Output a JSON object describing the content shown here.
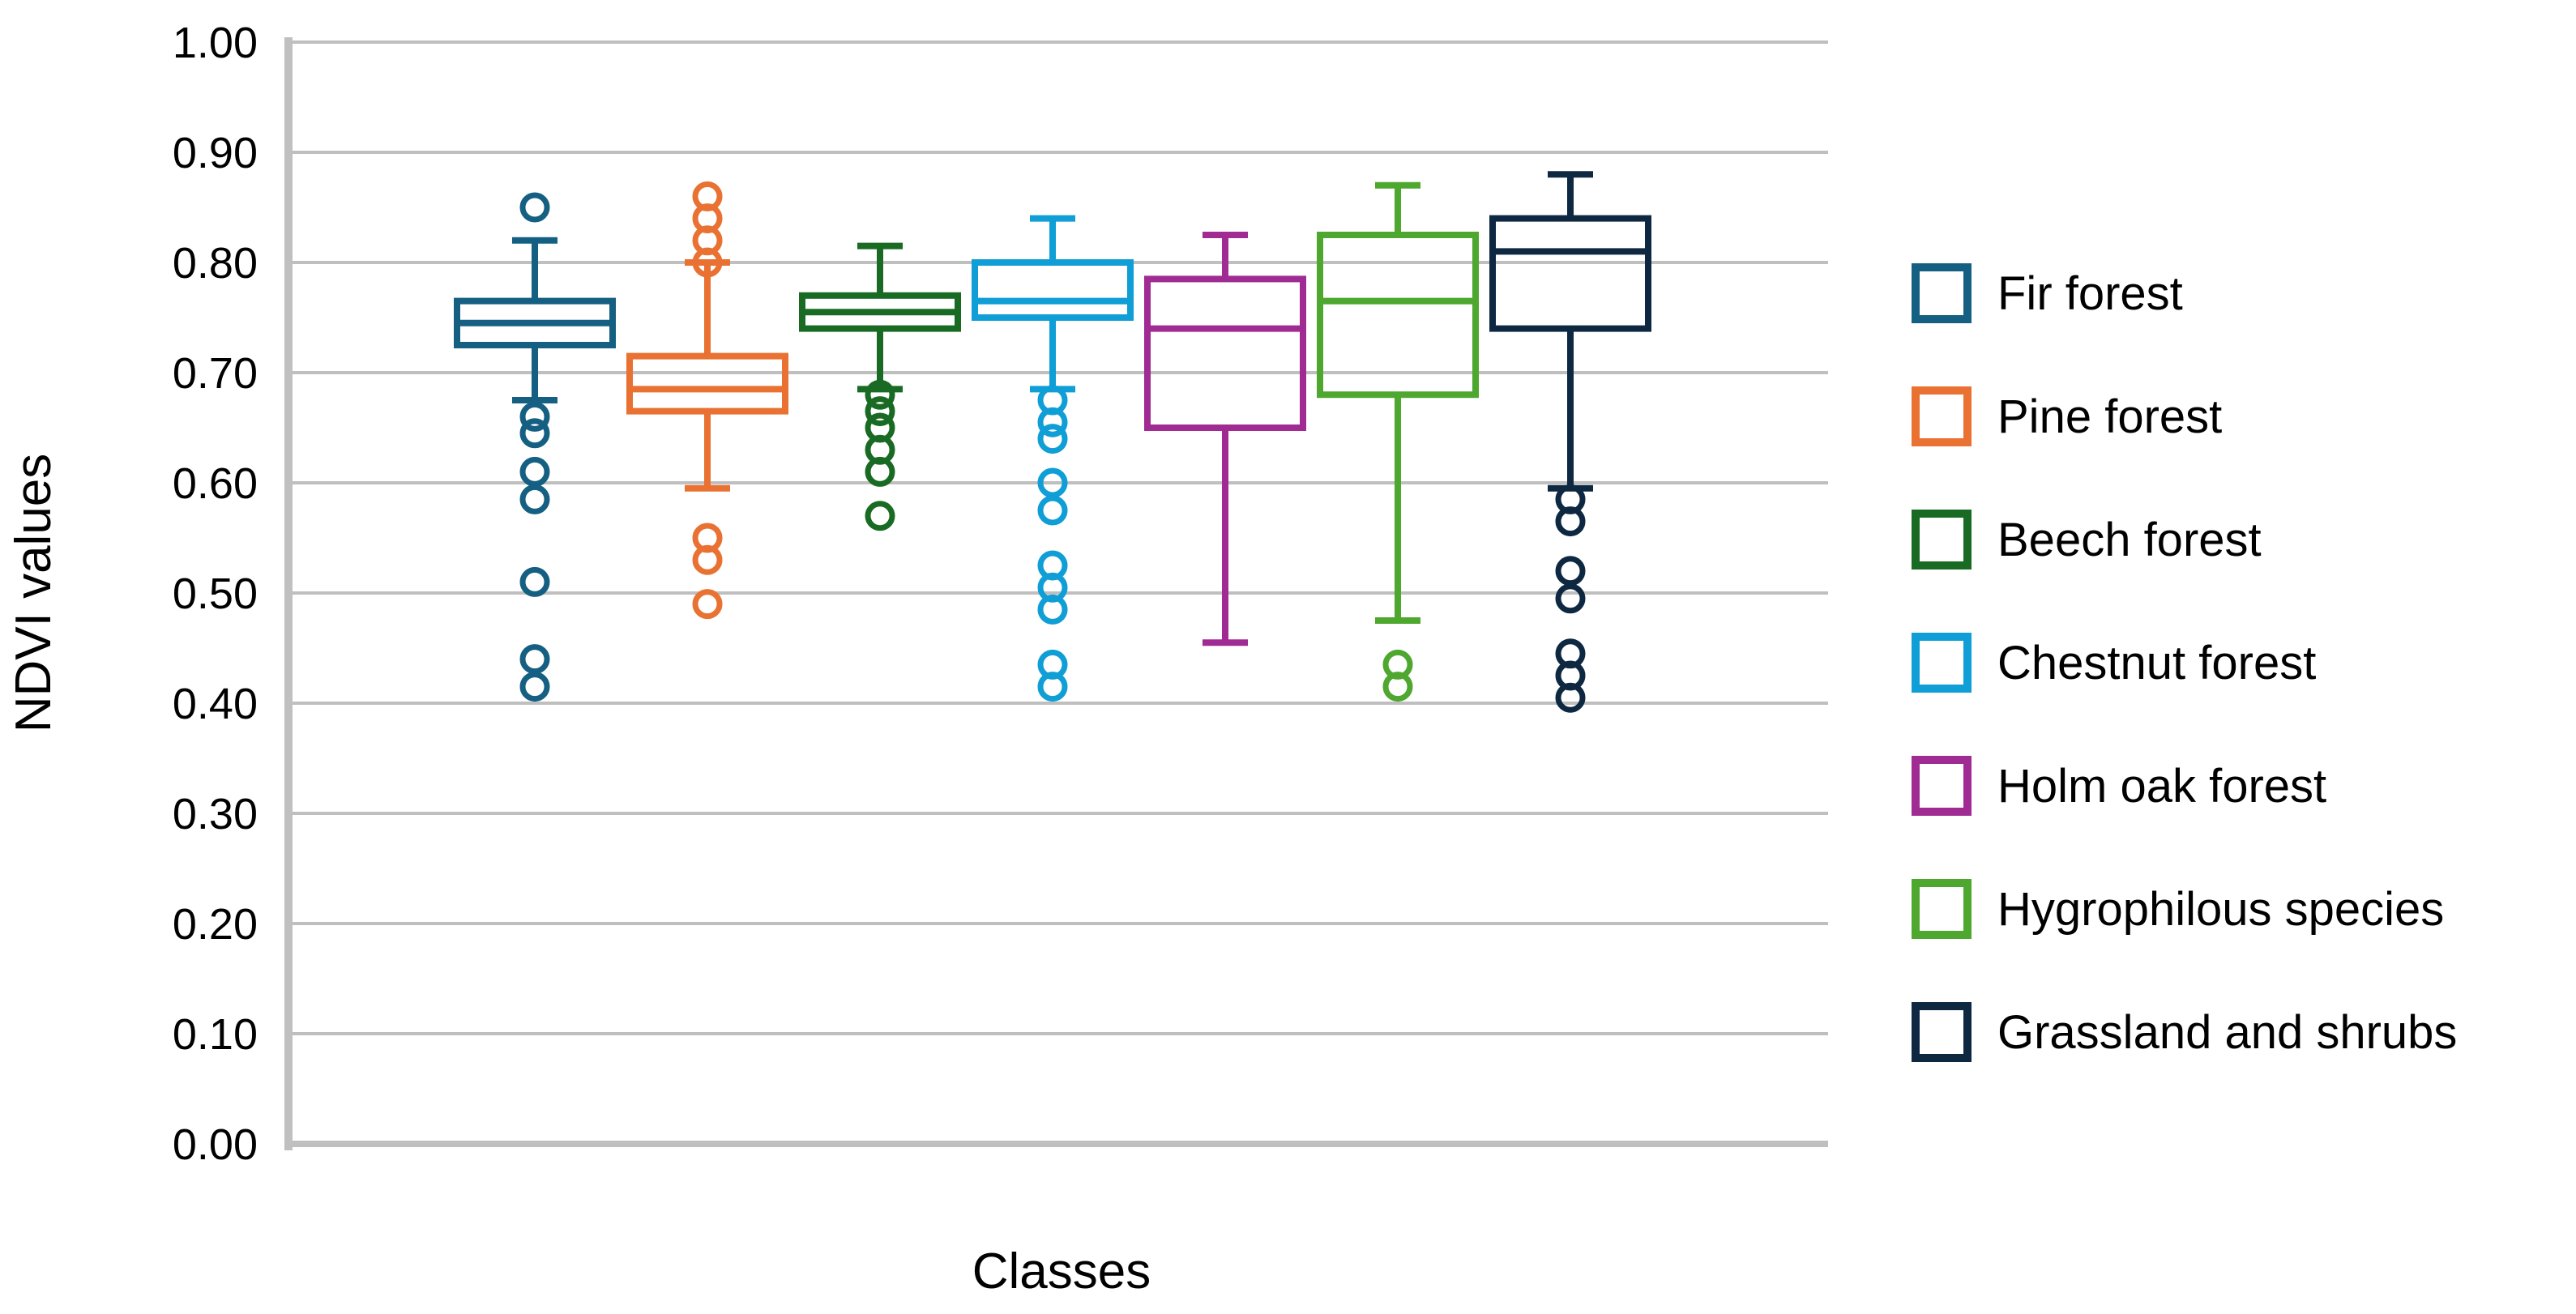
{
  "page": {
    "background": "#FFFFFF"
  },
  "colors": {
    "gridline": "#BFBFBF",
    "axis_line": "#C0C0C0",
    "text": "#000000",
    "background": "#FFFFFF"
  },
  "chart_data": {
    "type": "boxplot",
    "title": "",
    "xlabel": "Classes",
    "ylabel": "NDVI values",
    "ylim": [
      0.0,
      1.0
    ],
    "ytick_step": 0.1,
    "grid": true,
    "legend_position": "right",
    "yticks": [
      {
        "value": 1.0,
        "label": "1.00"
      },
      {
        "value": 0.9,
        "label": "0.90"
      },
      {
        "value": 0.8,
        "label": "0.80"
      },
      {
        "value": 0.7,
        "label": "0.70"
      },
      {
        "value": 0.6,
        "label": "0.60"
      },
      {
        "value": 0.5,
        "label": "0.50"
      },
      {
        "value": 0.4,
        "label": "0.40"
      },
      {
        "value": 0.3,
        "label": "0.30"
      },
      {
        "value": 0.2,
        "label": "0.20"
      },
      {
        "value": 0.1,
        "label": "0.10"
      },
      {
        "value": 0.0,
        "label": "0.00"
      }
    ],
    "series": [
      {
        "name": "Fir forest",
        "slug": "fir-forest",
        "color": "#156082",
        "stats": {
          "whisker_low": 0.675,
          "q1": 0.725,
          "median": 0.745,
          "q3": 0.765,
          "whisker_high": 0.82
        },
        "outliers": [
          0.85,
          0.66,
          0.645,
          0.61,
          0.585,
          0.51,
          0.44,
          0.415
        ]
      },
      {
        "name": "Pine forest",
        "slug": "pine-forest",
        "color": "#E97132",
        "stats": {
          "whisker_low": 0.595,
          "q1": 0.665,
          "median": 0.685,
          "q3": 0.715,
          "whisker_high": 0.8
        },
        "outliers": [
          0.86,
          0.84,
          0.82,
          0.8,
          0.55,
          0.53,
          0.49
        ]
      },
      {
        "name": "Beech forest",
        "slug": "beech-forest",
        "color": "#196B24",
        "stats": {
          "whisker_low": 0.685,
          "q1": 0.74,
          "median": 0.755,
          "q3": 0.77,
          "whisker_high": 0.815
        },
        "outliers": [
          0.68,
          0.665,
          0.65,
          0.63,
          0.61,
          0.57
        ]
      },
      {
        "name": "Chestnut forest",
        "slug": "chestnut-forest",
        "color": "#0F9ED5",
        "stats": {
          "whisker_low": 0.685,
          "q1": 0.75,
          "median": 0.765,
          "q3": 0.8,
          "whisker_high": 0.84
        },
        "outliers": [
          0.675,
          0.655,
          0.64,
          0.6,
          0.575,
          0.525,
          0.505,
          0.485,
          0.435,
          0.415
        ]
      },
      {
        "name": "Holm oak forest",
        "slug": "holm-oak-forest",
        "color": "#A02B93",
        "stats": {
          "whisker_low": 0.455,
          "q1": 0.65,
          "median": 0.74,
          "q3": 0.785,
          "whisker_high": 0.825
        },
        "outliers": []
      },
      {
        "name": "Hygrophilous species",
        "slug": "hygrophilous-species",
        "color": "#4EA72E",
        "stats": {
          "whisker_low": 0.475,
          "q1": 0.68,
          "median": 0.765,
          "q3": 0.825,
          "whisker_high": 0.87
        },
        "outliers": [
          0.435,
          0.415
        ]
      },
      {
        "name": "Grassland and shrubs",
        "slug": "grassland-and-shrubs",
        "color": "#0E2841",
        "stats": {
          "whisker_low": 0.595,
          "q1": 0.74,
          "median": 0.81,
          "q3": 0.84,
          "whisker_high": 0.88
        },
        "outliers": [
          0.585,
          0.565,
          0.52,
          0.495,
          0.445,
          0.425,
          0.405
        ]
      }
    ]
  }
}
